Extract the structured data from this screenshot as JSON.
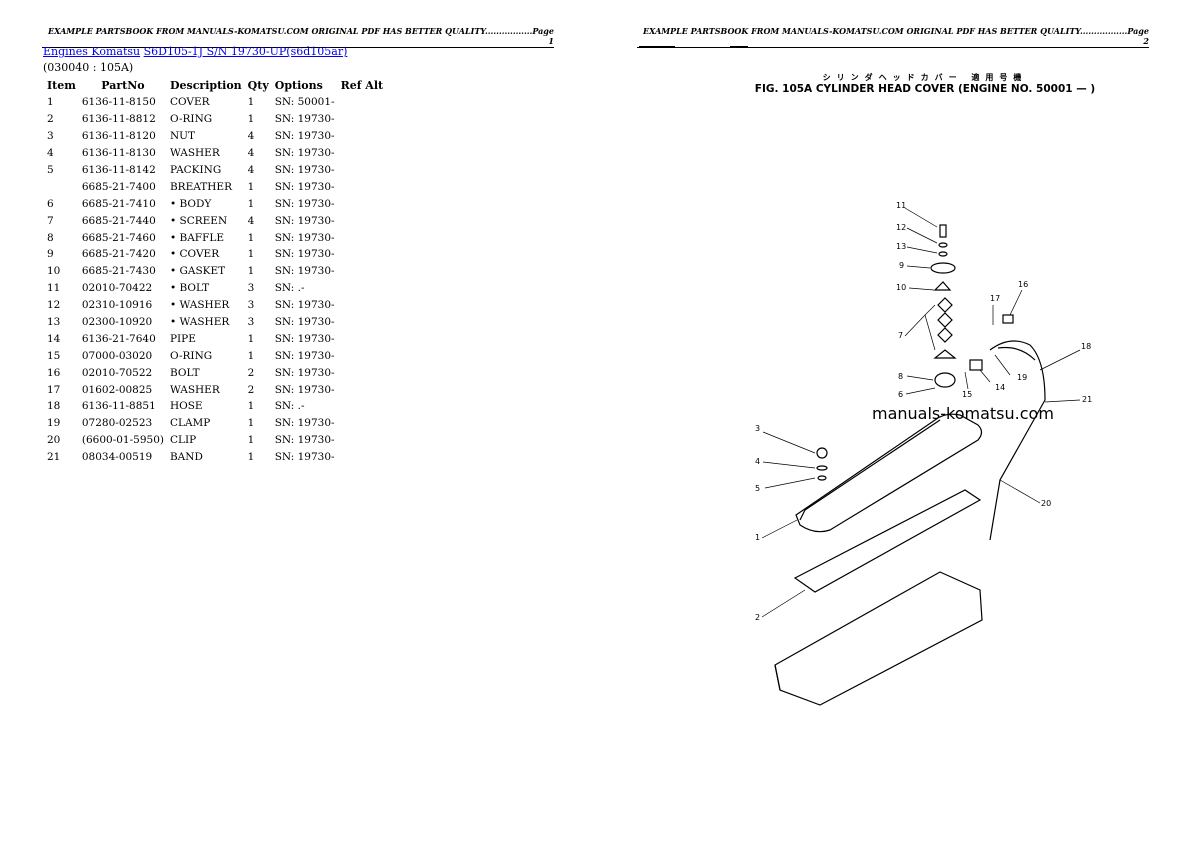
{
  "page1": {
    "header": "EXAMPLE PARTSBOOK FROM MANUALS-KOMATSU.COM ORIGINAL PDF HAS BETTER QUALITY.................Page 1",
    "breadcrumb": [
      "Engines Komatsu",
      "S6D105-1J S/N 19730-UP(s6d105ar)"
    ],
    "code": "(030040 : 105A)",
    "columns": [
      "Item",
      "PartNo",
      "Description",
      "Qty",
      "Options",
      "Ref Alt"
    ],
    "rows": [
      [
        "1",
        "6136-11-8150",
        "COVER",
        "1",
        "SN: 50001-"
      ],
      [
        "2",
        "6136-11-8812",
        "O-RING",
        "1",
        "SN: 19730-"
      ],
      [
        "3",
        "6136-11-8120",
        "NUT",
        "4",
        "SN: 19730-"
      ],
      [
        "4",
        "6136-11-8130",
        "WASHER",
        "4",
        "SN: 19730-"
      ],
      [
        "5",
        "6136-11-8142",
        "PACKING",
        "4",
        "SN: 19730-"
      ],
      [
        "",
        "6685-21-7400",
        "BREATHER",
        "1",
        "SN: 19730-"
      ],
      [
        "6",
        "6685-21-7410",
        "• BODY",
        "1",
        "SN: 19730-"
      ],
      [
        "7",
        "6685-21-7440",
        "• SCREEN",
        "4",
        "SN: 19730-"
      ],
      [
        "8",
        "6685-21-7460",
        "• BAFFLE",
        "1",
        "SN: 19730-"
      ],
      [
        "9",
        "6685-21-7420",
        "• COVER",
        "1",
        "SN: 19730-"
      ],
      [
        "10",
        "6685-21-7430",
        "• GASKET",
        "1",
        "SN: 19730-"
      ],
      [
        "11",
        "02010-70422",
        "• BOLT",
        "3",
        "SN: .-"
      ],
      [
        "12",
        "02310-10916",
        "• WASHER",
        "3",
        "SN: 19730-"
      ],
      [
        "13",
        "02300-10920",
        "• WASHER",
        "3",
        "SN: 19730-"
      ],
      [
        "14",
        "6136-21-7640",
        "PIPE",
        "1",
        "SN: 19730-"
      ],
      [
        "15",
        "07000-03020",
        "O-RING",
        "1",
        "SN: 19730-"
      ],
      [
        "16",
        "02010-70522",
        "BOLT",
        "2",
        "SN: 19730-"
      ],
      [
        "17",
        "01602-00825",
        "WASHER",
        "2",
        "SN: 19730-"
      ],
      [
        "18",
        "6136-11-8851",
        "HOSE",
        "1",
        "SN: .-"
      ],
      [
        "19",
        "07280-02523",
        "CLAMP",
        "1",
        "SN: 19730-"
      ],
      [
        "20",
        "(6600-01-5950)",
        "CLIP",
        "1",
        "SN: 19730-"
      ],
      [
        "21",
        "08034-00519",
        "BAND",
        "1",
        "SN: 19730-"
      ]
    ]
  },
  "page2": {
    "header": "EXAMPLE PARTSBOOK FROM MANUALS-KOMATSU.COM ORIGINAL PDF HAS BETTER QUALITY.................Page 2",
    "figure_title_jp": "シリンダヘッドカバー 適用号機",
    "figure_title": "FIG. 105A  CYLINDER HEAD COVER (ENGINE NO. 50001 — )",
    "watermark": "manuals-komatsu.com",
    "callouts": [
      "11",
      "12",
      "13",
      "9",
      "10",
      "7",
      "8",
      "6",
      "17",
      "16",
      "14",
      "15",
      "19",
      "18",
      "21",
      "3",
      "4",
      "5",
      "1",
      "20",
      "2"
    ]
  }
}
